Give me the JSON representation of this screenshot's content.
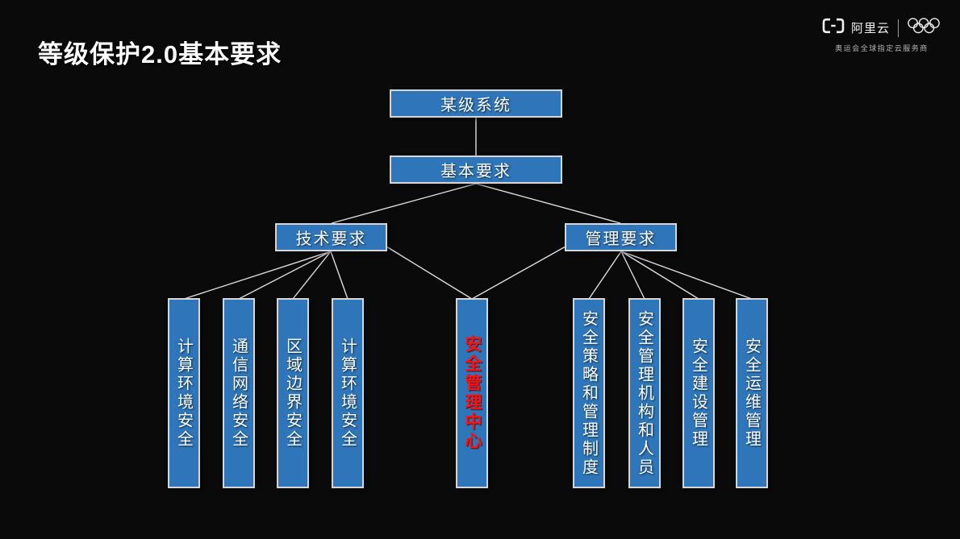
{
  "slide": {
    "title": "等级保护2.0基本要求"
  },
  "header_logo": {
    "brand": "阿里云",
    "tagline": "奥运会全球指定云服务商"
  },
  "colors": {
    "background": "#0A0A0A",
    "box_fill": "#2E76B9",
    "box_border": "#D6D6D6",
    "connector": "#DDDDDD",
    "text": "#FFFFFF",
    "highlight_text": "#FF1111"
  },
  "diagram": {
    "type": "tree",
    "root": "某级系统",
    "basic": "基本要求",
    "tech": "技术要求",
    "mgmt": "管理要求",
    "center": "安全管理中心",
    "tech_children": [
      "计算环境安全",
      "通信网络安全",
      "区域边界安全",
      "计算环境安全"
    ],
    "mgmt_children": [
      "安全策略和管理制度",
      "安全管理机构和人员",
      "安全建设管理",
      "安全运维管理"
    ],
    "edges": [
      [
        "某级系统",
        "基本要求"
      ],
      [
        "基本要求",
        "技术要求"
      ],
      [
        "基本要求",
        "管理要求"
      ],
      [
        "技术要求",
        "计算环境安全"
      ],
      [
        "技术要求",
        "通信网络安全"
      ],
      [
        "技术要求",
        "区域边界安全"
      ],
      [
        "技术要求",
        "计算环境安全(右)"
      ],
      [
        "技术要求",
        "安全管理中心"
      ],
      [
        "管理要求",
        "安全管理中心"
      ],
      [
        "管理要求",
        "安全策略和管理制度"
      ],
      [
        "管理要求",
        "安全管理机构和人员"
      ],
      [
        "管理要求",
        "安全建设管理"
      ],
      [
        "管理要求",
        "安全运维管理"
      ]
    ]
  }
}
